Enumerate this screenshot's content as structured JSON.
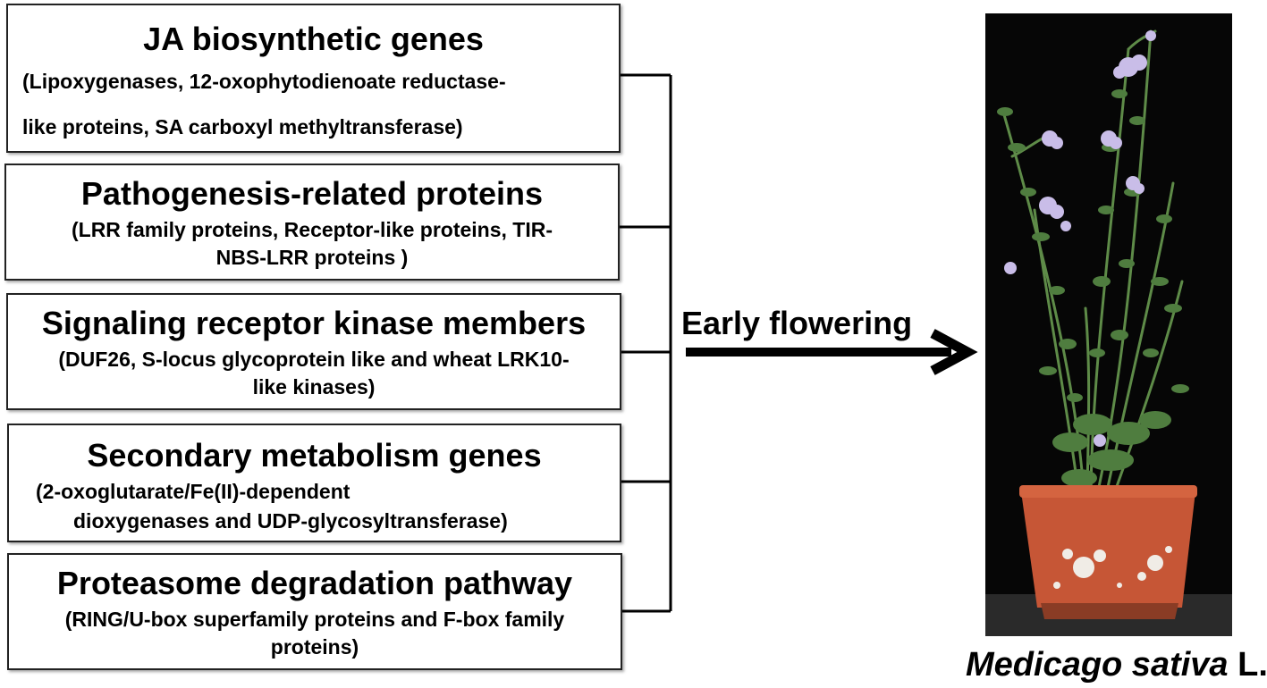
{
  "categories": [
    {
      "title": "JA biosynthetic genes",
      "lines": [
        "(Lipoxygenases, 12-oxophytodienoate reductase-",
        "like proteins, SA carboxyl methyltransferase)"
      ]
    },
    {
      "title": "Pathogenesis-related proteins",
      "lines": [
        "(LRR family proteins, Receptor-like proteins, TIR-",
        "NBS-LRR proteins )"
      ]
    },
    {
      "title": "Signaling receptor kinase members",
      "lines": [
        "(DUF26, S-locus glycoprotein like and wheat LRK10-",
        "like kinases)"
      ]
    },
    {
      "title": "Secondary metabolism genes",
      "lines": [
        "(2-oxoglutarate/Fe(II)-dependent",
        "dioxygenases and UDP-glycosyltransferase)"
      ]
    },
    {
      "title": "Proteasome degradation pathway",
      "lines": [
        "(RING/U-box superfamily proteins and F-box family",
        "proteins)"
      ]
    }
  ],
  "arrow": {
    "label": "Early flowering"
  },
  "plant": {
    "genus_species": "Medicago sativa",
    "authority": " L.",
    "colors": {
      "background": "#060606",
      "pot": "#c65636",
      "stem": "#5e8b48",
      "flower": "#c9bde8"
    }
  }
}
